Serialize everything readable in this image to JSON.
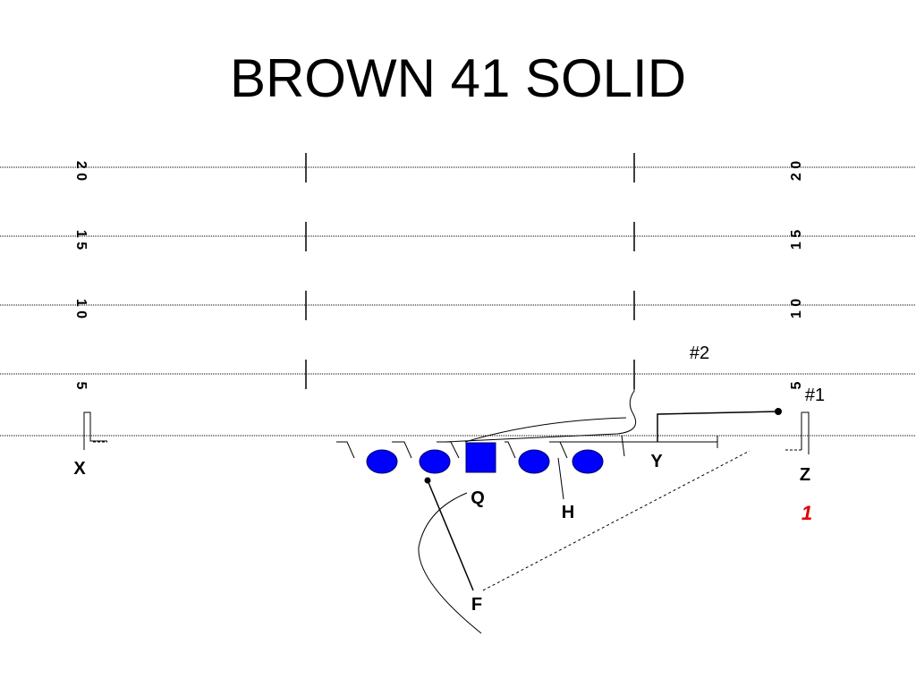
{
  "title": "BROWN 41 SOLID",
  "colors": {
    "lineman_fill": "#0000ff",
    "lineman_stroke": "#000066",
    "highlight_text": "#e00000",
    "ink": "#000000"
  },
  "field": {
    "yard_markers": [
      {
        "left": "2 0",
        "right": "2 0"
      },
      {
        "left": "1 5",
        "right": "1 5"
      },
      {
        "left": "1 0",
        "right": "1 0"
      },
      {
        "left": "5",
        "right": "5"
      }
    ]
  },
  "players": {
    "x": "X",
    "z": "Z",
    "y": "Y",
    "q": "Q",
    "h": "H",
    "f": "F"
  },
  "labels": {
    "defender_1": "#1",
    "defender_2": "#2",
    "read_number": "1"
  }
}
